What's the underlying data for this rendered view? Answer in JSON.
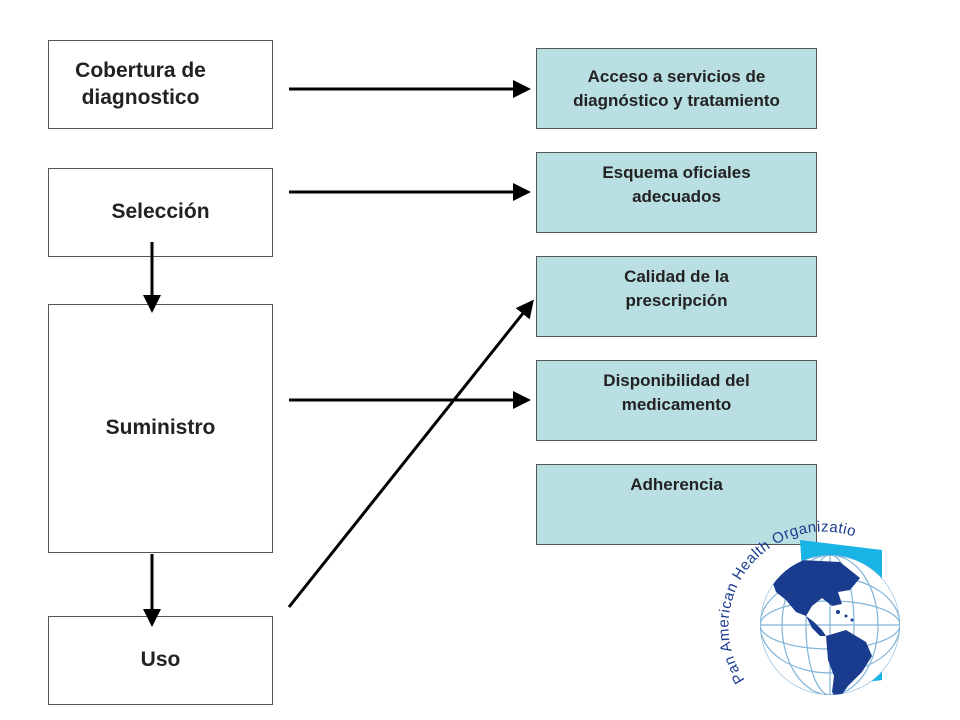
{
  "left_boxes": {
    "cobertura": "Cobertura de\ndiagnostico",
    "seleccion": "Selección",
    "suministro": "Suministro",
    "uso": "Uso"
  },
  "right_boxes": {
    "acceso": "Acceso a servicios de\ndiagnóstico y tratamiento",
    "esquema": "Esquema oficiales\nadecuados",
    "calidad": "Calidad de la\nprescripción",
    "disponibilidad": "Disponibilidad del\nmedicamento",
    "adherencia": "Adherencia"
  },
  "logo": {
    "text": "Pan American Health Organization"
  },
  "colors": {
    "right_box_fill": "#b9dfe2",
    "logo_blue": "#1a3c8f",
    "logo_cyan": "#19b4e6",
    "arrow": "#000000"
  }
}
